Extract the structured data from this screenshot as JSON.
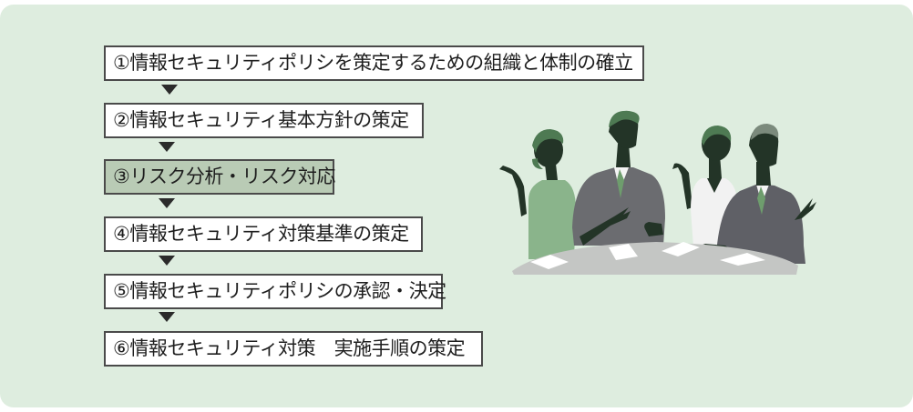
{
  "diagram": {
    "type": "process-flow",
    "steps": [
      {
        "number": "①",
        "label": "①情報セキュリティポリシを策定するための組織と体制の確立",
        "highlighted": false
      },
      {
        "number": "②",
        "label": "②情報セキュリティ基本方針の策定",
        "highlighted": false
      },
      {
        "number": "③",
        "label": "③リスク分析・リスク対応",
        "highlighted": true
      },
      {
        "number": "④",
        "label": "④情報セキュリティ対策基準の策定",
        "highlighted": false
      },
      {
        "number": "⑤",
        "label": "⑤情報セキュリティポリシの承認・決定",
        "highlighted": false
      },
      {
        "number": "⑥",
        "label": "⑥情報セキュリティ対策　実施手順の策定",
        "highlighted": false
      }
    ],
    "arrow_icon": "down-triangle-icon",
    "illustration": "business-meeting-people-icon"
  },
  "colors": {
    "panel_background": "#deeddf",
    "box_background": "#ffffff",
    "box_highlight": "#b9cbb5",
    "box_border": "#4a4a4a",
    "arrow": "#2b2b2b",
    "figure_dark": "#233427",
    "figure_green_hair": "#4e7a53",
    "suit_gray": "#6b6c70",
    "table_gray": "#c4c6c4"
  }
}
